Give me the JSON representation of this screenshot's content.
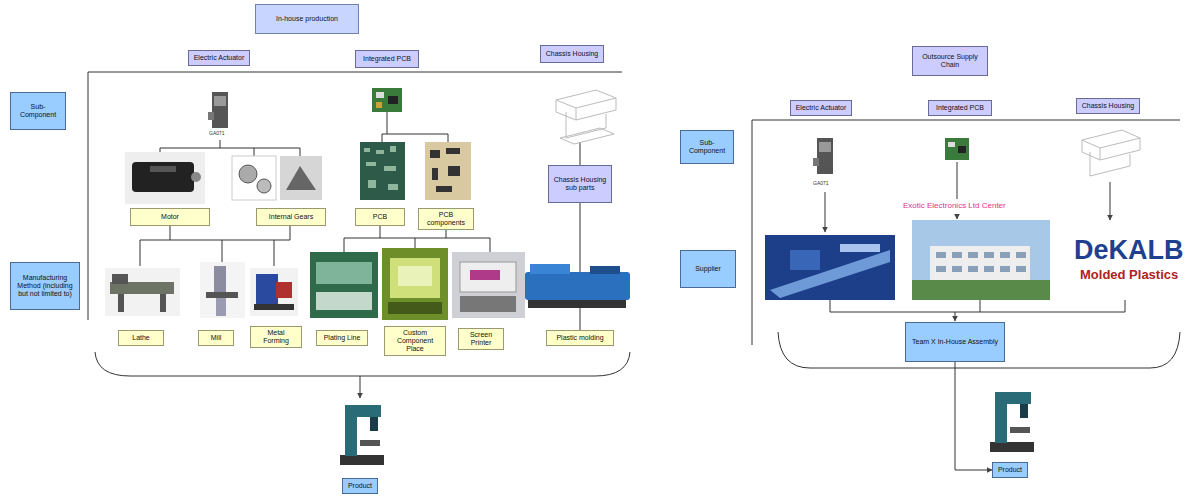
{
  "diagram": {
    "nodes": [
      {
        "text": [
          "In-house production"
        ]
      },
      {
        "text": [
          "Electric Actuator"
        ]
      },
      {
        "text": [
          "Integrated PCB"
        ]
      },
      {
        "text": [
          "Chassis Housing"
        ]
      },
      {
        "text": [
          "Sub-Component"
        ]
      },
      {
        "text": [
          "Chassis Housing sub parts"
        ]
      },
      {
        "text": [
          "Motor"
        ]
      },
      {
        "text": [
          "Internal Gears"
        ]
      },
      {
        "text": [
          "PCB"
        ]
      },
      {
        "text": [
          "PCB components"
        ]
      },
      {
        "text": [
          "Manufacturing Method (including but not limited to)"
        ]
      },
      {
        "text": [
          "Lathe"
        ]
      },
      {
        "text": [
          "Mill"
        ]
      },
      {
        "text": [
          "Metal Forming"
        ]
      },
      {
        "text": [
          "Plating Line"
        ]
      },
      {
        "text": [
          "Custom Component Place"
        ]
      },
      {
        "text": [
          "Screen Printer"
        ]
      },
      {
        "text": [
          "Plastic molding"
        ]
      },
      {
        "text": [
          "Product"
        ]
      },
      {
        "text": [
          "Outsource Supply Chain"
        ]
      },
      {
        "text": [
          "Electric Actuator"
        ]
      },
      {
        "text": [
          "Integrated PCB"
        ]
      },
      {
        "text": [
          "Chassis Housing"
        ]
      },
      {
        "text": [
          "Sub-Component"
        ]
      },
      {
        "text": [
          "Supplier"
        ]
      },
      {
        "text": [
          "Team X In-House Assembly"
        ]
      },
      {
        "text": [
          "Product"
        ]
      }
    ],
    "edges": [
      {
        "from": 5,
        "to": 17,
        "arrow": "none"
      },
      {
        "from": 25,
        "to": 26,
        "arrow": "to"
      }
    ],
    "labels": [
      "GA071",
      "GA071",
      "Exotic Electronics Ltd Center",
      "DeKALB",
      "Molded Plastics"
    ]
  }
}
